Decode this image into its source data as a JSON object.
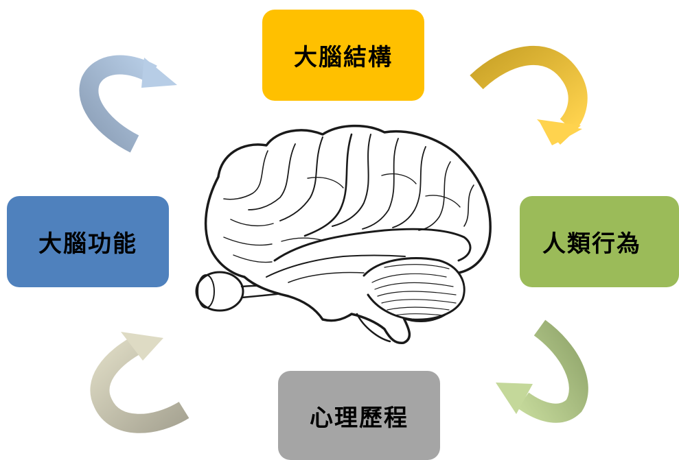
{
  "diagram": {
    "nodes": {
      "top": {
        "label": "大腦結構",
        "color": "#FFC000"
      },
      "right": {
        "label": "人類行為",
        "color": "#9BBB59"
      },
      "bottom": {
        "label": "心理歷程",
        "color": "#A5A5A5"
      },
      "left": {
        "label": "大腦功能",
        "color": "#4F81BD"
      }
    },
    "arrows": {
      "top_to_right": {
        "color_dark": "#C9A227",
        "color_light": "#FFD34E",
        "icon": "curved-arrow-icon"
      },
      "right_to_bottom": {
        "color_dark": "#8FA46A",
        "color_light": "#C4D89A",
        "icon": "curved-arrow-icon"
      },
      "bottom_to_left": {
        "color_dark": "#A7A493",
        "color_light": "#DEDBC4",
        "icon": "curved-arrow-icon"
      },
      "left_to_top": {
        "color_dark": "#8A9DB5",
        "color_light": "#B7CDE6",
        "icon": "curved-arrow-icon"
      }
    },
    "center_illustration": {
      "icon": "brain-with-eye-icon"
    }
  }
}
